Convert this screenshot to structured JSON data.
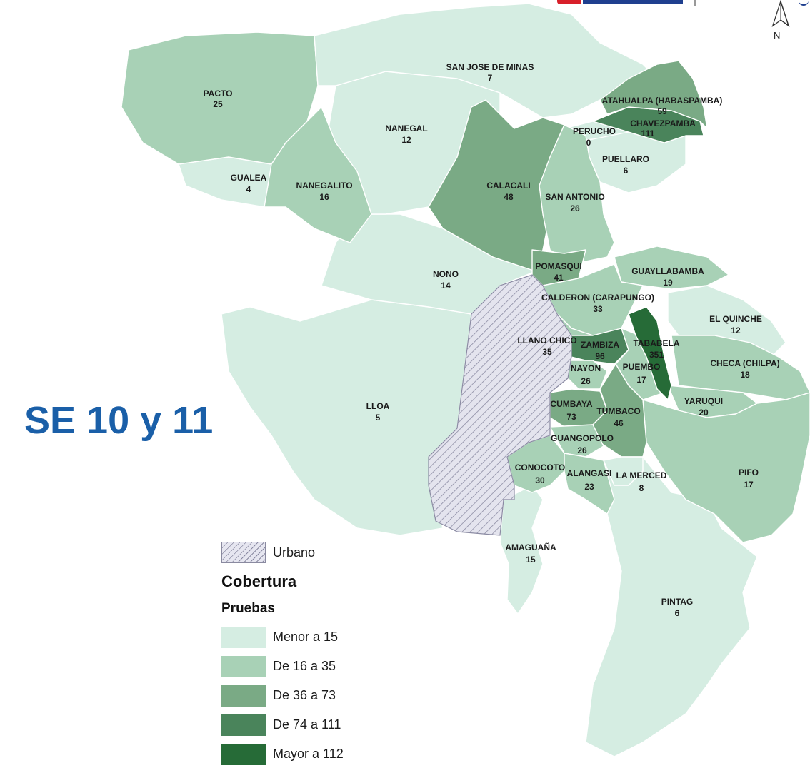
{
  "title": "SE 10 y 11",
  "north_label": "N",
  "colors": {
    "urbano": "#e4e4ee",
    "classes": [
      "#d5ede2",
      "#a8d1b6",
      "#7aaa85",
      "#4a845b",
      "#266b37"
    ]
  },
  "parishes": [
    {
      "name": "PACTO",
      "value": "25",
      "class": 1
    },
    {
      "name": "SAN JOSE DE MINAS",
      "value": "7",
      "class": 0
    },
    {
      "name": "ATAHUALPA (HABASPAMBA)",
      "value": "59",
      "class": 2
    },
    {
      "name": "CHAVEZPAMBA",
      "value": "111",
      "class": 3
    },
    {
      "name": "PERUCHO",
      "value": "0",
      "class": 0
    },
    {
      "name": "PUELLARO",
      "value": "6",
      "class": 0
    },
    {
      "name": "NANEGAL",
      "value": "12",
      "class": 0
    },
    {
      "name": "GUALEA",
      "value": "4",
      "class": 0
    },
    {
      "name": "NANEGALITO",
      "value": "16",
      "class": 1
    },
    {
      "name": "CALACALI",
      "value": "48",
      "class": 2
    },
    {
      "name": "SAN ANTONIO",
      "value": "26",
      "class": 1
    },
    {
      "name": "POMASQUI",
      "value": "41",
      "class": 2
    },
    {
      "name": "GUAYLLABAMBA",
      "value": "19",
      "class": 1
    },
    {
      "name": "NONO",
      "value": "14",
      "class": 0
    },
    {
      "name": "CALDERON (CARAPUNGO)",
      "value": "33",
      "class": 1
    },
    {
      "name": "EL QUINCHE",
      "value": "12",
      "class": 0
    },
    {
      "name": "LLANO CHICO",
      "value": "35",
      "class": 1
    },
    {
      "name": "ZAMBIZA",
      "value": "96",
      "class": 3
    },
    {
      "name": "TABABELA",
      "value": "351",
      "class": 4
    },
    {
      "name": "NAYON",
      "value": "26",
      "class": 1
    },
    {
      "name": "PUEMBO",
      "value": "17",
      "class": 1
    },
    {
      "name": "CHECA (CHILPA)",
      "value": "18",
      "class": 1
    },
    {
      "name": "YARUQUI",
      "value": "20",
      "class": 1
    },
    {
      "name": "CUMBAYA",
      "value": "73",
      "class": 2
    },
    {
      "name": "TUMBACO",
      "value": "46",
      "class": 2
    },
    {
      "name": "LLOA",
      "value": "5",
      "class": 0
    },
    {
      "name": "GUANGOPOLO",
      "value": "26",
      "class": 1
    },
    {
      "name": "CONOCOTO",
      "value": "30",
      "class": 1
    },
    {
      "name": "ALANGASI",
      "value": "23",
      "class": 1
    },
    {
      "name": "LA MERCED",
      "value": "8",
      "class": 0
    },
    {
      "name": "PIFO",
      "value": "17",
      "class": 1
    },
    {
      "name": "AMAGUAÑA",
      "value": "15",
      "class": 0
    },
    {
      "name": "PINTAG",
      "value": "6",
      "class": 0
    }
  ],
  "legend": {
    "urbano_label": "Urbano",
    "heading": "Cobertura",
    "subheading": "Pruebas",
    "classes": [
      {
        "label": "Menor a 15"
      },
      {
        "label": "De 16 a 35"
      },
      {
        "label": "De 36 a 73"
      },
      {
        "label": "De 74 a 111"
      },
      {
        "label": "Mayor a 112"
      }
    ]
  }
}
